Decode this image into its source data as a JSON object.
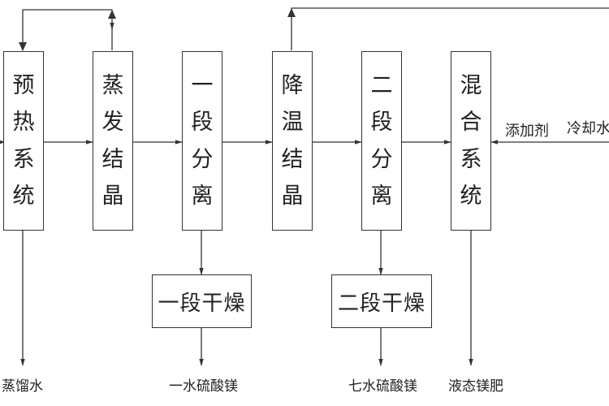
{
  "nodes": {
    "preheat": {
      "chars": [
        "预",
        "热",
        "系",
        "统"
      ]
    },
    "evaporation": {
      "chars": [
        "蒸",
        "发",
        "结",
        "晶"
      ]
    },
    "stage1_sep": {
      "chars": [
        "一",
        "段",
        "分",
        "离"
      ]
    },
    "cooling": {
      "chars": [
        "降",
        "温",
        "结",
        "晶"
      ]
    },
    "stage2_sep": {
      "chars": [
        "二",
        "段",
        "分",
        "离"
      ]
    },
    "mixing": {
      "chars": [
        "混",
        "合",
        "系",
        "统"
      ]
    },
    "stage1_dry": {
      "label": "一段干燥"
    },
    "stage2_dry": {
      "label": "二段干燥"
    }
  },
  "outputs": {
    "distilled_water": "蒸馏水",
    "monohydrate": "一水硫酸镁",
    "heptahydrate": "七水硫酸镁",
    "liquid_mud": "液态镁肥"
  },
  "inputs": {
    "additive": "添加剂",
    "cooling_water": "冷却水"
  }
}
